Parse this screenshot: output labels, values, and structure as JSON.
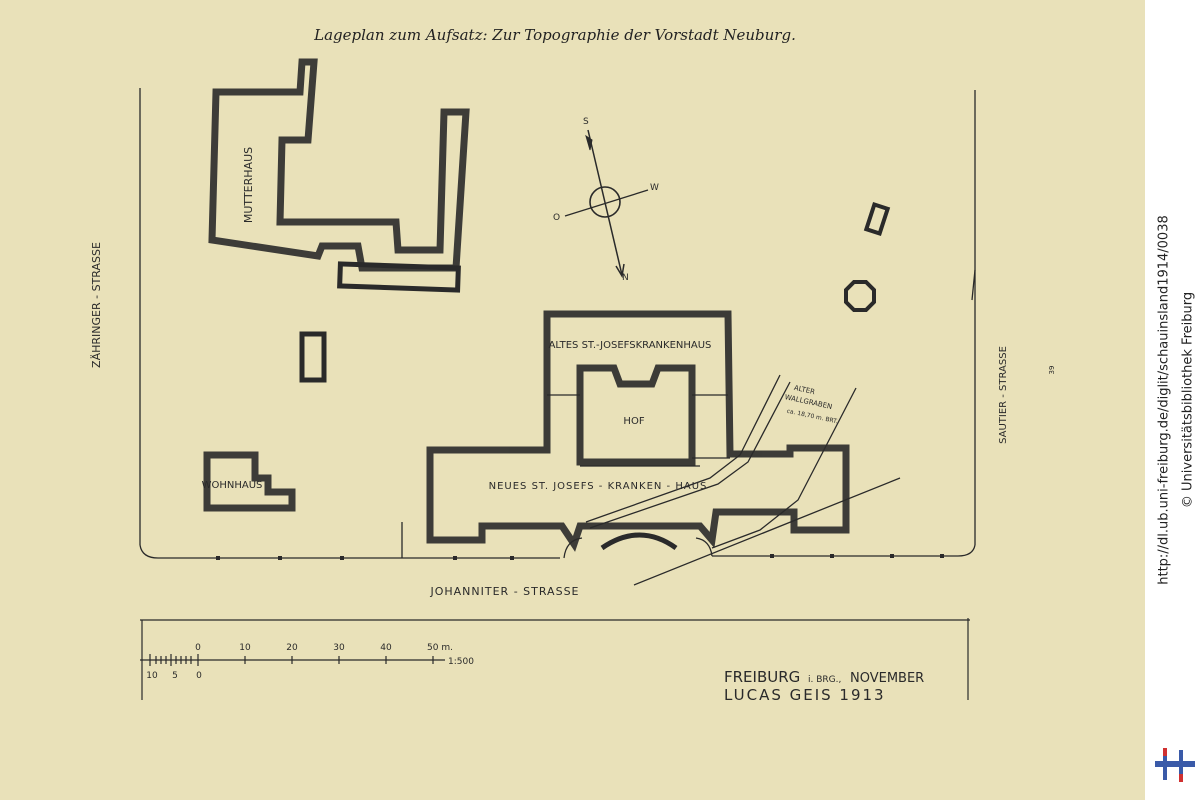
{
  "title": "Lageplan zum Aufsatz: Zur Topographie der Vorstadt Neuburg.",
  "labels": {
    "mutterhaus": "MUTTERHAUS",
    "wohnhaus": "WOHNHAUS",
    "altes_kh": "ALTES ST.-JOSEFSKRANKENHAUS",
    "hof": "HOF",
    "neues_kh": "NEUES ST. JOSEFS - KRANKEN - HAUS",
    "alter_wall_1": "ALTER",
    "alter_wall_2": "WALLGRABEN",
    "alter_wall_3": "ca. 18,70 m. BRT.",
    "zahringer": "ZÄHRINGER - STRASSE",
    "johanniter": "JOHANNITER - STRASSE",
    "sautier": "SAUTIER - STRASSE",
    "page_number": "39"
  },
  "compass": {
    "s": "S",
    "w": "W",
    "o": "O",
    "n": "N"
  },
  "scale": {
    "ticks_top": [
      "0",
      "10",
      "20",
      "30",
      "40",
      "50 m."
    ],
    "ticks_bottom": [
      "10",
      "5",
      "0"
    ],
    "ratio": "1:500"
  },
  "signature": {
    "line1_a": "FREIBURG",
    "line1_b": "i. BRG.,",
    "line1_c": "NOVEMBER",
    "line2": "LUCAS GEIS 1913"
  },
  "sidebar": {
    "url": "http://dl.ub.uni-freiburg.de/diglit/schauinsland1914/0038",
    "copyright": "© Universitätsbibliothek Freiburg"
  },
  "colors": {
    "paper": "#e9e1b9",
    "ink": "#2a2a2a",
    "logo_blue": "#3a5aa8",
    "logo_red": "#d03030"
  }
}
